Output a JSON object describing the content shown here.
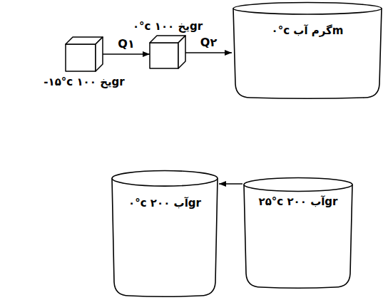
{
  "diagram": {
    "nodes": [
      {
        "text": [
          "-۱۵°c ۱۰۰ یخgr"
        ]
      },
      {
        "text": [
          "۰°c ۱۰۰ یخgr"
        ]
      },
      {
        "text": [
          "۰°c گرم آبm"
        ]
      },
      {
        "text": [
          "۰°c ۲۰۰ آبgr"
        ]
      },
      {
        "text": [
          "۲۵°c ۲۰۰ آبgr"
        ]
      }
    ],
    "edges": [
      {
        "from": 0,
        "to": 1,
        "label": "Q۱",
        "arrow": "to"
      },
      {
        "from": 1,
        "to": 2,
        "label": "Q۲",
        "arrow": "to"
      },
      {
        "from": 4,
        "to": 3,
        "arrow": "to"
      }
    ]
  }
}
